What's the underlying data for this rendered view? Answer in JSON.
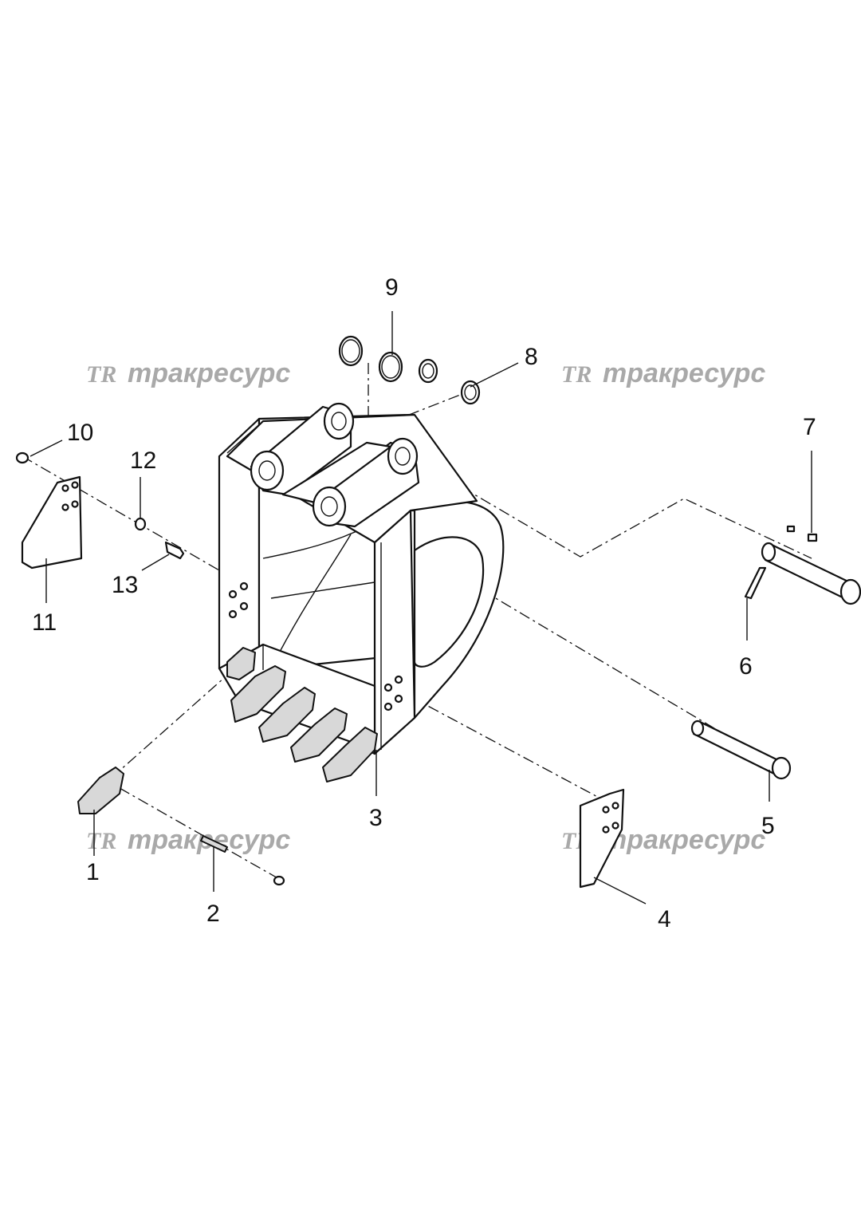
{
  "watermark": {
    "logo": "TR",
    "text": "тракресурс",
    "color": "#a9a9a9"
  },
  "callouts": [
    "1",
    "2",
    "3",
    "4",
    "5",
    "6",
    "7",
    "8",
    "9",
    "10",
    "11",
    "12",
    "13"
  ]
}
